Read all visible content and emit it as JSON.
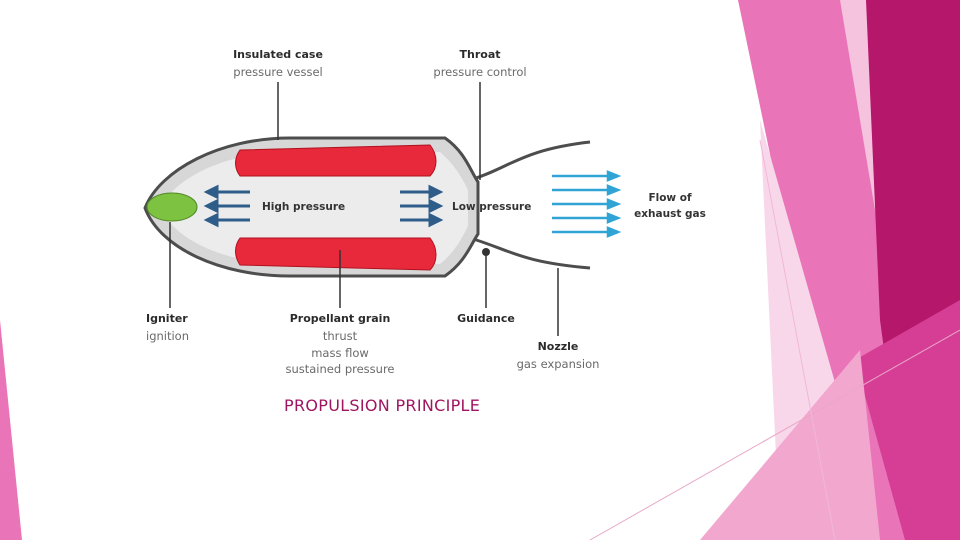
{
  "slide": {
    "caption": "PROPULSION PRINCIPLE",
    "caption_color": "#a0155f",
    "accent_colors": [
      "#b5176b",
      "#d63e96",
      "#e975b8",
      "#f6c3de"
    ]
  },
  "diagram": {
    "top_labels": {
      "insulated_case": {
        "title": "Insulated case",
        "sub": "pressure vessel"
      },
      "throat": {
        "title": "Throat",
        "sub": "pressure control"
      }
    },
    "inner_labels": {
      "high_pressure": "High pressure",
      "low_pressure": "Low pressure"
    },
    "exhaust_label": [
      "Flow of",
      "exhaust gas"
    ],
    "bottom_labels": {
      "igniter": {
        "title": "Igniter",
        "sub": "ignition"
      },
      "propellant": {
        "title": "Propellant grain",
        "sub1": "thrust",
        "sub2": "mass flow",
        "sub3": "sustained pressure"
      },
      "guidance": {
        "title": "Guidance"
      },
      "nozzle": {
        "title": "Nozzle",
        "sub": "gas expansion"
      }
    }
  }
}
